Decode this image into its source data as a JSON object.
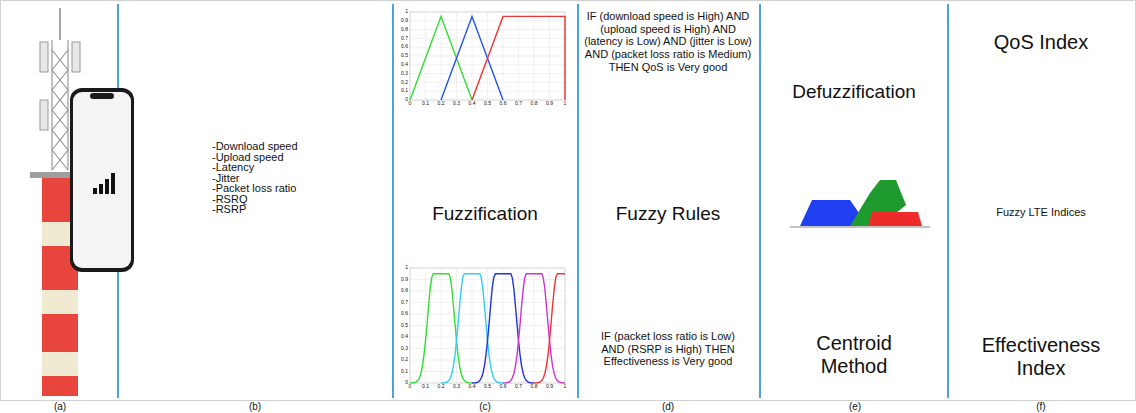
{
  "diagram": {
    "labels": [
      "-Download speed",
      "-Upload speed",
      "-Latency",
      "-Jitter",
      "-Packet loss ratio",
      "-RSRQ",
      "-RSRP",
      "Fuzzification",
      "IF (download speed is High) AND (upload speed is High) AND (latency is Low) AND (jitter is Low) AND (packet loss ratio is Medium) THEN QoS is Very good",
      "Fuzzy Rules",
      "IF (packet loss ratio is Low) AND (RSRP is High) THEN Effectiveness is Very good",
      "Defuzzification",
      "Centroid Method",
      "QoS Index",
      "Fuzzy LTE Indices",
      "Effectiveness Index",
      "(a)",
      "(b)",
      "(c)",
      "(d)",
      "(e)",
      "(f)",
      "0",
      "0.1",
      "0.2",
      "0.3",
      "0.4",
      "0.5",
      "0.6",
      "0.7",
      "0.8",
      "0.9",
      "1",
      "0",
      "0.1",
      "0.2",
      "0.3",
      "0.4",
      "0.5",
      "0.6",
      "0.7",
      "0.8",
      "0.9",
      "1",
      "0",
      "0.1",
      "0.2",
      "0.3",
      "0.4",
      "0.5",
      "0.6",
      "0.7",
      "0.8",
      "0.9",
      "1",
      "0",
      "0.1",
      "0.2",
      "0.3",
      "0.4",
      "0.5",
      "0.6",
      "0.7",
      "0.8",
      "0.9",
      "1"
    ]
  }
}
